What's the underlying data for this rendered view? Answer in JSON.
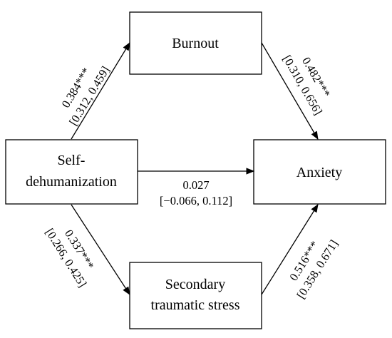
{
  "nodes": {
    "self_dehumanization": {
      "line1": "Self-",
      "line2": "dehumanization"
    },
    "burnout": {
      "label": "Burnout"
    },
    "anxiety": {
      "label": "Anxiety"
    },
    "secondary_traumatic_stress": {
      "line1": "Secondary",
      "line2": "traumatic stress"
    }
  },
  "paths": {
    "self_to_burnout": {
      "coef": "0.384***",
      "ci": "[0.312, 0.459]"
    },
    "burnout_to_anxiety": {
      "coef": "0.482***",
      "ci": "[0.310, 0.656]"
    },
    "self_to_anxiety": {
      "coef": "0.027",
      "ci": "[−0.066, 0.112]"
    },
    "self_to_sts": {
      "coef": "0.337***",
      "ci": "[0.266, 0.425]"
    },
    "sts_to_anxiety": {
      "coef": "0.516***",
      "ci": "[0.358, 0.671]"
    }
  }
}
